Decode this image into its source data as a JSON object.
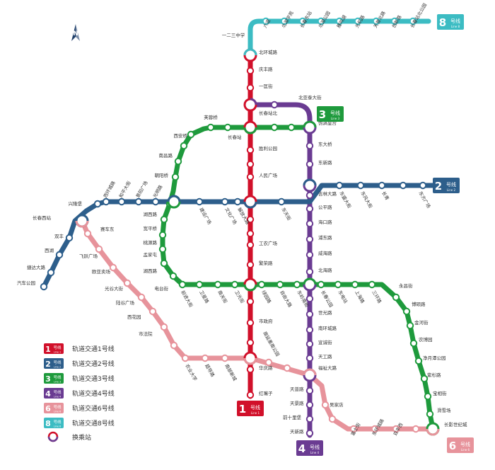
{
  "lines": {
    "l1": {
      "color": "#d1102a",
      "badge_num": "1",
      "badge_txt": "号线",
      "sub": "Line 1"
    },
    "l2": {
      "color": "#2d5e8b",
      "badge_num": "2",
      "badge_txt": "号线",
      "sub": "Line 2"
    },
    "l3": {
      "color": "#1e9a3c",
      "badge_num": "3",
      "badge_txt": "号线",
      "sub": "Line 3"
    },
    "l4": {
      "color": "#6a3b92",
      "badge_num": "4",
      "badge_txt": "号线",
      "sub": "Line 4"
    },
    "l6": {
      "color": "#e7939b",
      "badge_num": "6",
      "badge_txt": "号线",
      "sub": "Line 6"
    },
    "l8": {
      "color": "#3cbcc3",
      "badge_num": "8",
      "badge_txt": "号线",
      "sub": "Line 8"
    }
  },
  "compass": "N",
  "legend": [
    {
      "line": "l1",
      "num": "1",
      "txt": "号线",
      "sub": "Line 1",
      "label": "轨道交通1号线"
    },
    {
      "line": "l2",
      "num": "2",
      "txt": "号线",
      "sub": "Line 2",
      "label": "轨道交通2号线"
    },
    {
      "line": "l3",
      "num": "3",
      "txt": "号线",
      "sub": "Line 3",
      "label": "轨道交通3号线"
    },
    {
      "line": "l4",
      "num": "4",
      "txt": "号线",
      "sub": "Line 4",
      "label": "轨道交通4号线"
    },
    {
      "line": "l6",
      "num": "6",
      "txt": "号线",
      "sub": "Line 6",
      "label": "轨道交通6号线"
    },
    {
      "line": "l8",
      "num": "8",
      "txt": "号线",
      "sub": "Line 8",
      "label": "轨道交通8号线"
    }
  ],
  "legend_transfer": "换乘站",
  "stations": {
    "l8": [
      "六道",
      "北湖学苑",
      "长春东站",
      "北湖公园",
      "雁鸣湖",
      "光机路",
      "天普北路",
      "创新路",
      "长春站北公园"
    ],
    "l1": [
      "一二三中学",
      "北环城路",
      "庆丰路",
      "一匡街",
      "长春站北",
      "长春站",
      "胜利公园",
      "人民广场",
      "解放大路",
      "东北师大",
      "工农广场",
      "繁荣路",
      "卫光街",
      "市政府",
      "华庆路",
      "红嘴子"
    ],
    "l2": [
      "双丰",
      "双丰西",
      "西湖",
      "长春西站",
      "兴隆堡",
      "西环城路",
      "和平大街",
      "景阳广场",
      "朝阳桥",
      "建设广场",
      "文化广场",
      "东天街",
      "吉林大路",
      "东盛大街",
      "长青",
      "东方广场"
    ],
    "l3": [
      "芙蓉桥",
      "西安桥",
      "南昌路",
      "朝阳桥",
      "湖西路",
      "宽平桥",
      "桃源路",
      "孟家屯",
      "湖西北",
      "电台街",
      "前进大街",
      "卫星路",
      "卫光街",
      "南关街",
      "绿园",
      "自由大路",
      "东岭南街",
      "永昌路",
      "长春公园",
      "吉林大路",
      "东电站",
      "上海路",
      "博硕路",
      "金河街",
      "农博园",
      "净月潭公园",
      "卫星广场",
      "长影世纪城"
    ],
    "l4": [
      "长春站北",
      "北亚泰大街",
      "伪满皇宫",
      "东大桥",
      "东新路",
      "吉林大路",
      "公平路",
      "海口路",
      "浦东路",
      "威海路",
      "北海路",
      "东宝力",
      "世光路",
      "南环城路",
      "宣诚街",
      "天工路",
      "福祉大路",
      "天普路",
      "天景路",
      "前十里堡",
      "天新路"
    ],
    "l6": [
      "汽车公园",
      "捷达大路",
      "西湖",
      "双丰",
      "赛车东",
      "飞跃广场",
      "欧亚卖场",
      "光谷大街",
      "陆谷广场",
      "西花园",
      "市法院",
      "卫星广场",
      "农业大学",
      "南湖北",
      "自由大路",
      "湖亚泰大街",
      "吴家店",
      "南部新城",
      "富士街",
      "东环城路",
      "长影世纪城"
    ]
  },
  "labels": {
    "yierssan": "一二三中学",
    "beihuan": "北环城路",
    "qingfeng": "庆丰路",
    "yikuang": "一匡街",
    "ccbei": "长春站北",
    "ccz": "长春站",
    "shengli": "胜利公园",
    "renmin": "人民广场",
    "jiefang": "解放大路",
    "dbsd": "东北师大",
    "gongnong": "工农广场",
    "fanrong": "繁荣路",
    "weiguang": "卫光街",
    "shizhengfu": "市政府",
    "nanhu": "南延墨南公园",
    "huaqing": "华庆路",
    "hongzui": "红嘴子",
    "furong": "芙蓉桥",
    "xian": "西安桥",
    "nanchang": "南昌路",
    "chaoyangq": "朝阳桥",
    "hexi": "湖西路",
    "kuanping": "宽平桥",
    "taoyuan": "桃源路",
    "mengjia": "孟家屯",
    "huxibei": "湖西路",
    "diantai": "电台街",
    "beiyatai": "北亚泰大街",
    "weiman": "伪满皇宫",
    "dongdaqiao": "东大桥",
    "dongxin": "东新路",
    "jilin": "吉林大路",
    "gongping": "公平路",
    "haikou": "海口路",
    "pudong": "浦东路",
    "weihai": "威海路",
    "beihai": "北海路",
    "shijie": "世光路",
    "nanhuan": "南环城路",
    "xuancheng": "宣诚街",
    "tiangong": "天工路",
    "fuzhi": "福祉大路",
    "tianpu": "天普路",
    "tianjing": "天景路",
    "qianshi": "前十里堡",
    "tianxin": "天新路",
    "changchunxi": "长春西站",
    "xinglong": "兴隆堡",
    "shuangfeng": "双丰",
    "xihu": "西湖",
    "jieda": "捷达大路",
    "qiche": "汽车公园",
    "saiche": "赛车东",
    "feiyue": "飞跃广场",
    "ouya": "欧亚卖场",
    "guanggu": "光谷大街",
    "lugu": "陆谷广场",
    "xihuayuan": "西花园",
    "fayuan": "市法院",
    "huaqing2": "华庆路",
    "wujia": "吴家店",
    "dongfang": "东方广场",
    "changqing": "长青",
    "jinhe": "金河街",
    "nongbo": "农博园",
    "jingyue": "净月潭公园",
    "zixing": "紫杉路",
    "baoshi": "宝相街",
    "huaxue": "滑雪场",
    "changying": "长影世纪城",
    "bosuo": "博硕路",
    "yongchang": "永昌街",
    "dongfeng": "东风大街",
    "dongsheng": "东盛大街",
    "liudao": "六道",
    "beihu": "北湖学苑",
    "ccdong": "长春东站",
    "bhgy": "北湖公园",
    "yanming": "雁鸣湖",
    "guangji": "光机路",
    "tianpubei": "天普北路",
    "chuangxin": "创新路",
    "ccbgy": "长春站北公园",
    "xihuancheng": "西环城路",
    "heping": "和平大街",
    "jingyang": "景阳广场",
    "jianshe": "建设广场",
    "wenhua": "文化广场",
    "dongtian": "东天街",
    "guangming": "光明路",
    "qianjin": "前进大街",
    "weixing": "卫星路",
    "nanguan": "南关街",
    "lvyuan": "绿园路",
    "ziyou": "自由大路",
    "dongling": "东岭南街",
    "ccgy": "长春公园",
    "dongdian": "东电站",
    "shanghai": "上海路",
    "sanqi": "三环路",
    "nongda": "农业大学",
    "xiaozhan": "超导路",
    "nanbu": "南部新城",
    "fushi": "富士街",
    "dhc": "东环城路",
    "shuangfengxi": "双丰西"
  }
}
